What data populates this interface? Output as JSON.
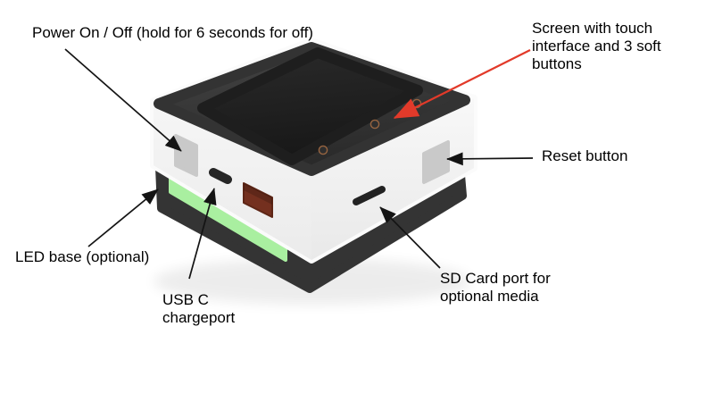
{
  "labels": {
    "power": "Power On / Off (hold for 6 seconds for off)",
    "screen": "Screen with touch\ninterface  and 3 soft\nbuttons",
    "reset": "Reset button",
    "led": "LED base (optional)",
    "usb": "USB C\nchargeport",
    "sd": "SD Card port for\noptional media"
  },
  "colors": {
    "led_green": "#a9efa0",
    "arrow_red": "#e23a2a",
    "arrow_black": "#141414",
    "button_gray": "#c9c9c9",
    "port_red": "#74301f",
    "base_dark": "#343434",
    "top_dark": "#333333",
    "screen_black": "#1e1e1e",
    "soft_button_ring": "#966440"
  }
}
